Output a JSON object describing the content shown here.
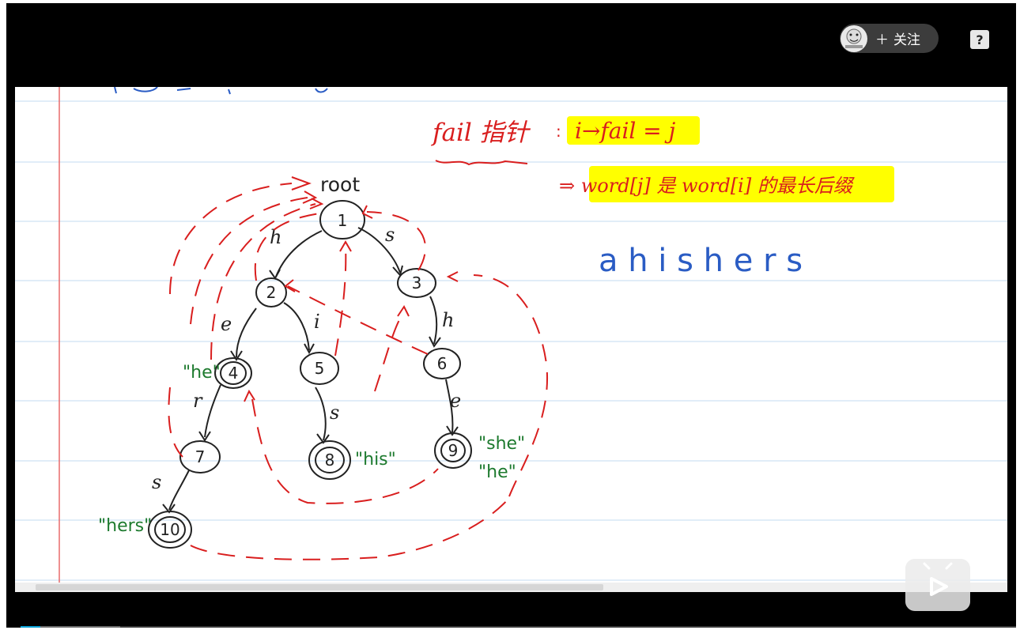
{
  "header": {
    "follow_label": "关注",
    "help_symbol": "?"
  },
  "notes": {
    "fail_title": "fail 指针",
    "fail_def": "i→fail = j",
    "implication": "⇒ word[j] 是 word[i] 的最长后缀",
    "query": "a h i s h e r s",
    "root_label": "root"
  },
  "trie": {
    "nodes": [
      "1",
      "2",
      "3",
      "4",
      "5",
      "6",
      "7",
      "8",
      "9",
      "10"
    ],
    "edges": [
      "h",
      "s",
      "e",
      "i",
      "h",
      "r",
      "s",
      "e",
      "s"
    ],
    "words": [
      "\"he\"",
      "\"his\"",
      "\"she\"",
      "\"he\"",
      "\"hers\""
    ]
  },
  "player": {
    "progress_fraction": 0.02,
    "buffer_fraction": 0.1
  },
  "colors": {
    "ink_red": "#d91e1e",
    "ink_green": "#1d7a2e",
    "ink_blue": "#2a5cc4",
    "highlight": "#ffff00",
    "grid_line": "#cfe2f3",
    "margin_line": "#e86b6b"
  }
}
